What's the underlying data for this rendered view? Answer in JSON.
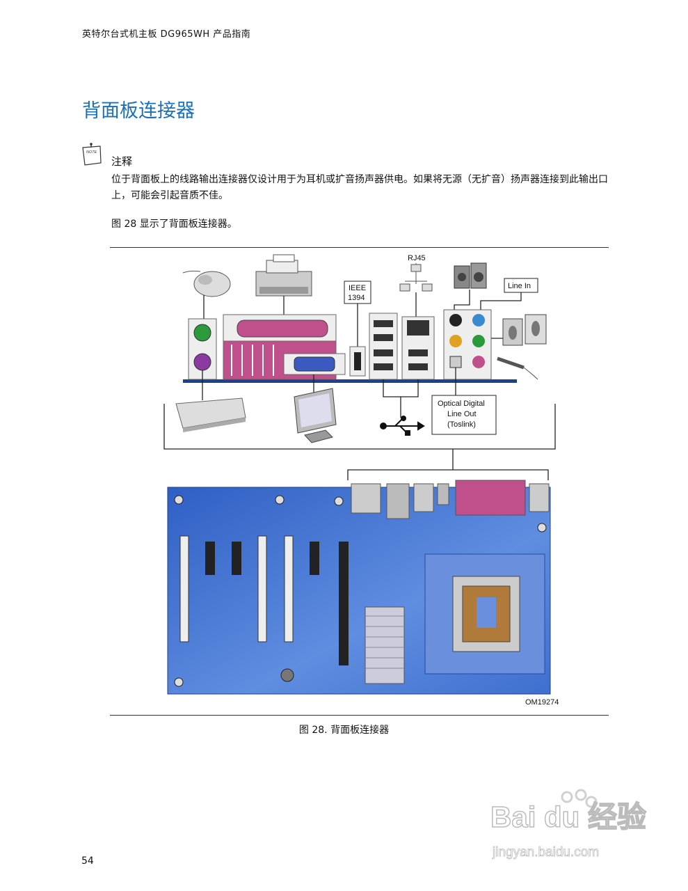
{
  "header": {
    "text": "英特尔台式机主板 DG965WH 产品指南"
  },
  "title": "背面板连接器",
  "note": {
    "icon": "note-icon",
    "icon_text": "NOTE",
    "label": "注释",
    "body": "位于背面板上的线路输出连接器仅设计用于为耳机或扩音扬声器供电。如果将无源（无扩音）扬声器连接到此输出口上，可能会引起音质不佳。"
  },
  "figure_ref": "图 28 显示了背面板连接器。",
  "figure": {
    "labels": {
      "rj45": "RJ45",
      "ieee_line1": "IEEE",
      "ieee_line2": "1394",
      "line_in": "Line In",
      "optical_line1": "Optical Digital",
      "optical_line2": "Line Out",
      "optical_line3": "(Toslink)",
      "code": "OM19274"
    },
    "icons": [
      "mouse-icon",
      "printer-icon",
      "keyboard-icon",
      "monitor-icon",
      "network-icon",
      "speakers-icon",
      "microphone-icon",
      "usb-icon"
    ],
    "colors": {
      "board": "#3f6fcf",
      "port_pink": "#c0508c",
      "port_green": "#2a9a3a",
      "port_orange": "#e0a020",
      "port_blue": "#3a8ad0",
      "ps2_purple": "#8a3aa0",
      "backplate": "#1e3f8a"
    }
  },
  "caption": "图 28.  背面板连接器",
  "page_number": "54",
  "watermark": {
    "brand": "Bai du 经验",
    "url": "jingyan.baidu.com"
  }
}
